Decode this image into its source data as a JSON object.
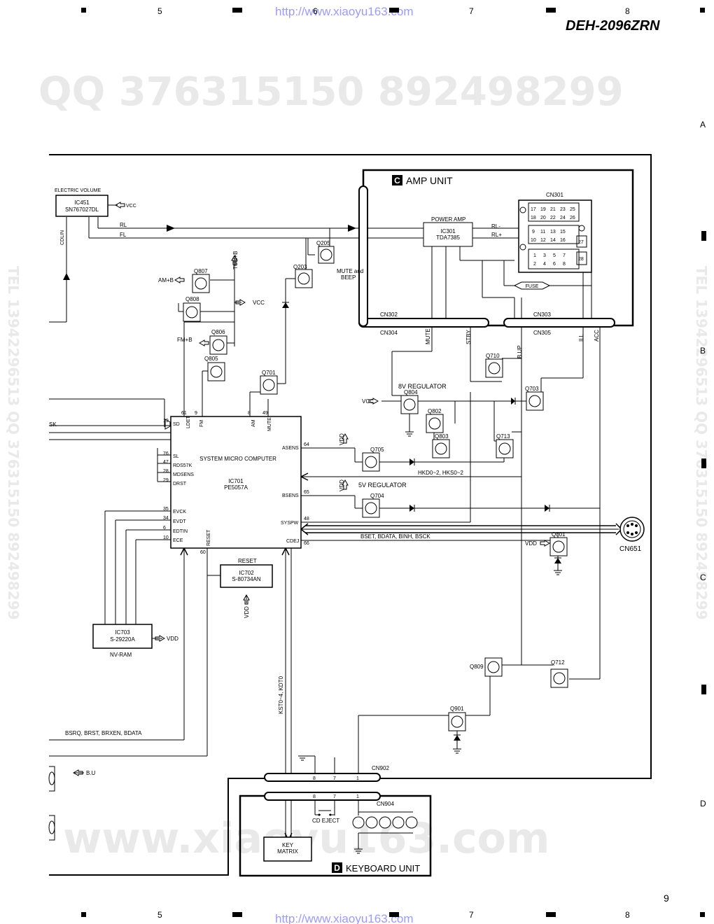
{
  "header": {
    "url_top": "http://www.xiaoyu163.com",
    "url_bottom": "http://www.xiaoyu163.com",
    "model": "DEH-2096ZRN",
    "page_number": "9",
    "columns": [
      "5",
      "6",
      "7",
      "8"
    ],
    "rows": [
      "A",
      "B",
      "C",
      "D"
    ]
  },
  "watermarks": {
    "qq_line": "QQ 376315150   892498299",
    "site_line": "www.xiaoyu163.com",
    "side_text": "TEL 13942296513  QQ 376315150  892498299"
  },
  "amp_unit": {
    "badge": "C",
    "title": "AMP UNIT",
    "power_amp_label": "POWER AMP",
    "ic": "IC301",
    "ic_part": "TDA7385",
    "cn301": "CN301",
    "cn302": "CN302",
    "cn303": "CN303",
    "cn304": "CN304",
    "cn305": "CN305",
    "fuse": "FUSE",
    "rl_minus": "RL-",
    "rl_plus": "RL+",
    "pins": [
      "17",
      "19",
      "21",
      "23",
      "25",
      "18",
      "20",
      "22",
      "24",
      "26",
      "9",
      "11",
      "13",
      "15",
      "10",
      "12",
      "14",
      "16",
      "1",
      "3",
      "5",
      "7",
      "2",
      "4",
      "6",
      "8",
      "27",
      "28"
    ]
  },
  "electric_volume": {
    "label": "ELECTRIC VOLUME",
    "ic": "IC451",
    "part": "SN767027DL",
    "vcc": "VCC",
    "cdlin": "CDLIN"
  },
  "signals": {
    "rl": "RL",
    "fl": "FL",
    "tun_b": "TUN+B",
    "am_b": "AM+B",
    "fm_b": "FM+B",
    "vcc": "VCC",
    "vdd": "VDD",
    "mute": "MUTE",
    "stby": "STBY",
    "b_up": "B.UP",
    "ill": "ILL",
    "acc": "ACC",
    "hkd": "HKD0~2, HKS0~2",
    "bset": "BSET, BDATA, BINH, BSCK",
    "bsrq": "BSRQ, BRST, BRXEN, BDATA",
    "kst": "KST0~4, KDT0",
    "bu": "B.U",
    "sk": "SK"
  },
  "transistors": {
    "q205": "Q205",
    "mute_beep": "MUTE and",
    "mute_beep2": "BEEP",
    "q203": "Q203",
    "q807": "Q807",
    "q808": "Q808",
    "q806": "Q806",
    "q805": "Q805",
    "q701": "Q701",
    "q710": "Q710",
    "q703": "Q703",
    "q804": "Q804",
    "q802": "Q802",
    "q803": "Q803",
    "q713": "Q713",
    "q705": "Q705",
    "q704": "Q704",
    "q801": "Q801",
    "q809": "Q809",
    "q712": "Q712",
    "q901": "Q901"
  },
  "regulators": {
    "v8": "8V REGULATOR",
    "v5": "5V REGULATOR"
  },
  "micro": {
    "title": "SYSTEM MICRO COMPUTER",
    "ic": "IC701",
    "part": "PE5057A",
    "left_pins": [
      {
        "num": "19",
        "name": "SD"
      },
      {
        "num": "76",
        "name": "SL"
      },
      {
        "num": "47",
        "name": "RDS57K"
      },
      {
        "num": "28",
        "name": "MDSENS"
      },
      {
        "num": "29",
        "name": "DRST"
      },
      {
        "num": "35",
        "name": "EVCK"
      },
      {
        "num": "34",
        "name": "EVDT"
      },
      {
        "num": "6",
        "name": "EDTIN"
      },
      {
        "num": "10",
        "name": "ECE"
      }
    ],
    "top_pins": [
      {
        "num": "61",
        "name": "LDET"
      },
      {
        "num": "9",
        "name": "FM"
      },
      {
        "num": "8",
        "name": "AM"
      },
      {
        "num": "49",
        "name": "MUTE"
      }
    ],
    "right_pins": [
      {
        "num": "64",
        "name": "ASENS"
      },
      {
        "num": "65",
        "name": "BSENS"
      },
      {
        "num": "48",
        "name": "SYSPW"
      },
      {
        "num": "66",
        "name": "CDEJ"
      }
    ],
    "bottom_pins": [
      {
        "num": "60",
        "name": "RESET"
      }
    ]
  },
  "reset_ic": {
    "label": "RESET",
    "ic": "IC702",
    "part": "S-80734AN"
  },
  "nvram": {
    "ic": "IC703",
    "part": "S-29220A",
    "label": "NV-RAM"
  },
  "cn651": "CN651",
  "cn902": "CN902",
  "cn904": "CN904",
  "cd_eject": "CD EJECT",
  "key_matrix": "KEY",
  "key_matrix2": "MATRIX",
  "keyboard_unit": {
    "badge": "D",
    "title": "KEYBOARD UNIT"
  }
}
